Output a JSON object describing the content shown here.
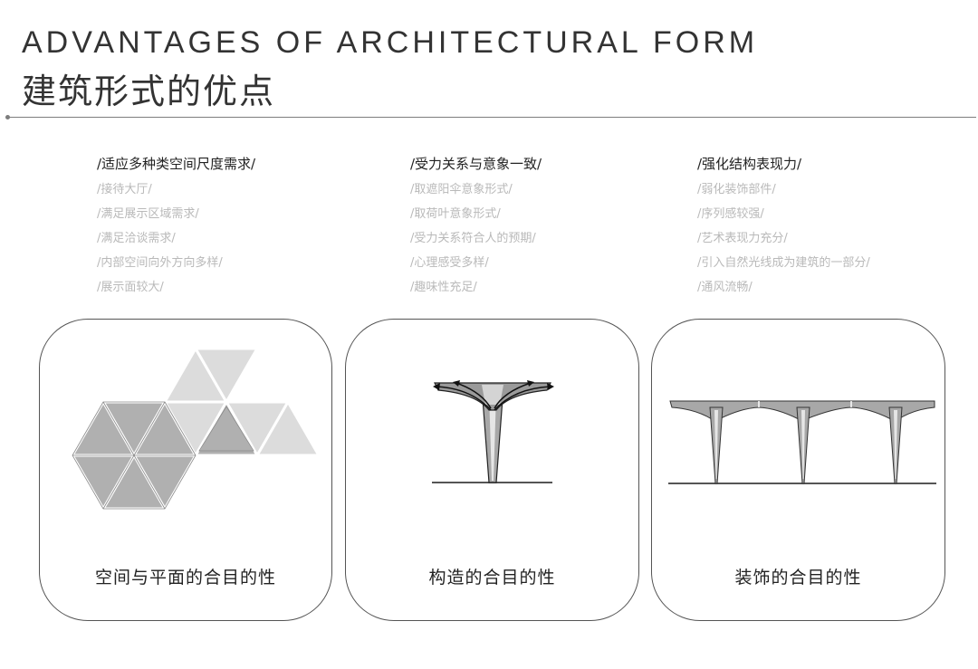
{
  "header": {
    "title_en": "ADVANTAGES OF ARCHITECTURAL FORM",
    "title_cn": "建筑形式的优点"
  },
  "columns": [
    {
      "heading": "/适应多种类空间尺度需求/",
      "items": [
        "/接待大厅/",
        "/满足展示区域需求/",
        "/满足洽谈需求/",
        "/内部空间向外方向多样/",
        "/展示面较大/"
      ]
    },
    {
      "heading": "/受力关系与意象一致/",
      "items": [
        "/取遮阳伞意象形式/",
        "/取荷叶意象形式/",
        "/受力关系符合人的预期/",
        "/心理感受多样/",
        "/趣味性充足/"
      ]
    },
    {
      "heading": "/强化结构表现力/",
      "items": [
        "/弱化装饰部件/",
        "/序列感较强/",
        "/艺术表现力充分/",
        "/引入自然光线成为建筑的一部分/",
        "/通风流畅/"
      ]
    }
  ],
  "cards": [
    {
      "label": "空间与平面的合目的性"
    },
    {
      "label": "构造的合目的性"
    },
    {
      "label": "装饰的合目的性"
    }
  ],
  "colors": {
    "text": "#222222",
    "muted": "#b9b9b9",
    "shape_dark": "#b0b0b0",
    "shape_light": "#dcdcdc",
    "line": "#555555"
  }
}
